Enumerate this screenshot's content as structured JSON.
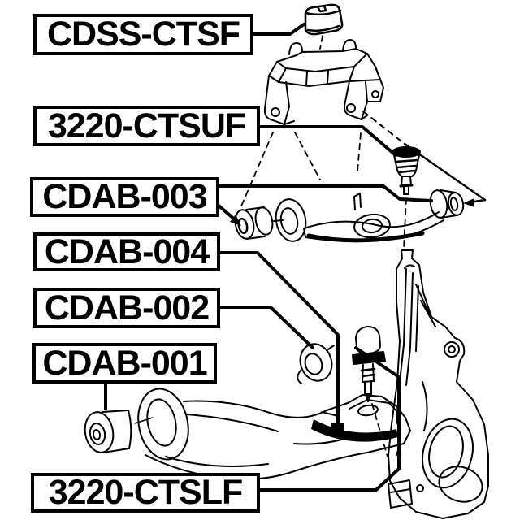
{
  "diagram": {
    "type": "exploded-parts-diagram",
    "subject": "front suspension assembly line drawing",
    "background_color": "#ffffff",
    "line_color": "#000000",
    "label_text_color": "#000000",
    "labels": [
      {
        "text": "CDSS-CTSF"
      },
      {
        "text": "3220-CTSUF"
      },
      {
        "text": "CDAB-003"
      },
      {
        "text": "CDAB-004"
      },
      {
        "text": "CDAB-002"
      },
      {
        "text": "CDAB-001"
      },
      {
        "text": "3220-CTSLF"
      }
    ]
  }
}
